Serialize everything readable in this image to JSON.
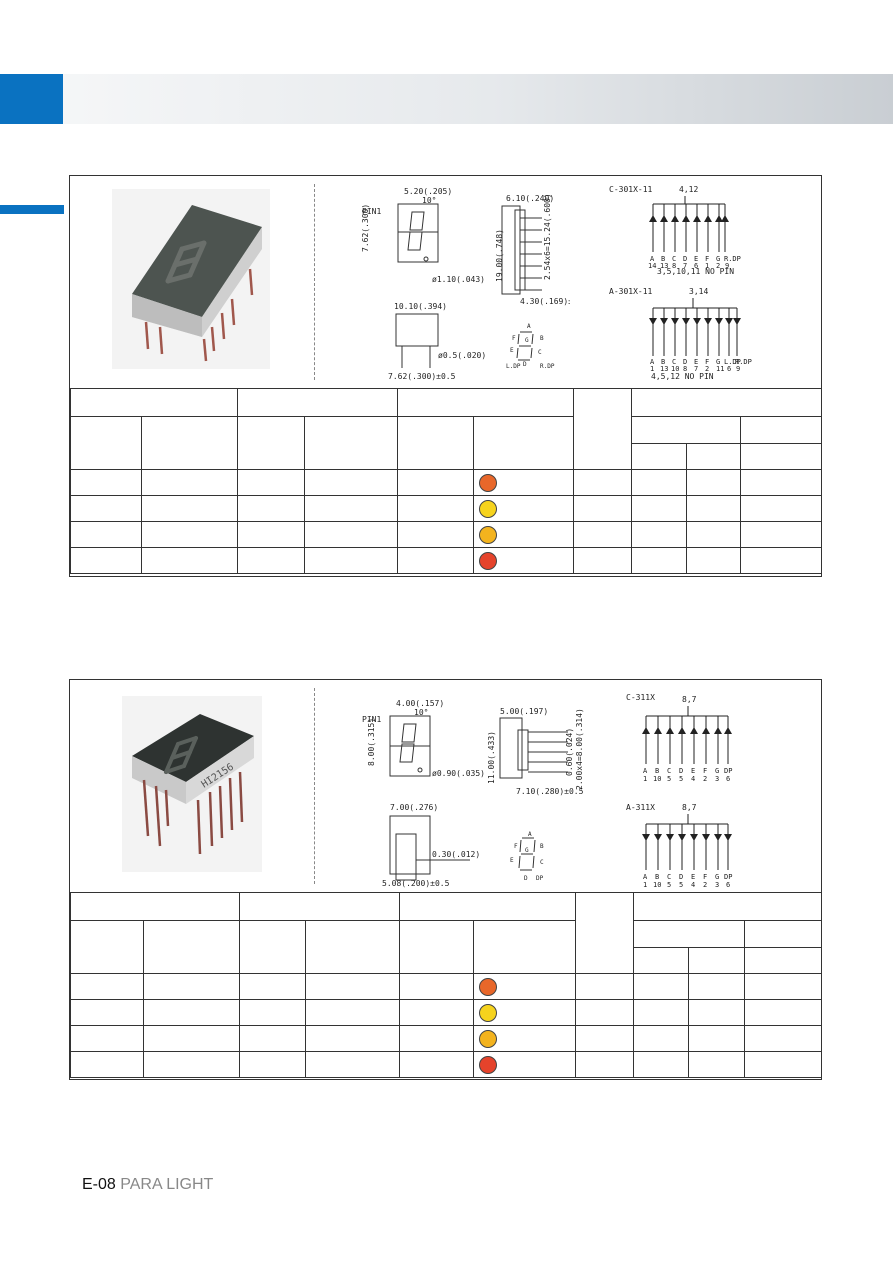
{
  "colors": {
    "accent_blue": "#0a72c1",
    "led_orange": "#e8672a",
    "led_yellow": "#f6d31d",
    "led_amber": "#f3b31e",
    "led_red": "#e5432b"
  },
  "footer": {
    "page_code": "E-08",
    "brand": "PARA LIGHT"
  },
  "block1": {
    "dims": {
      "top_width": "5.20(.205)",
      "angle": "10°",
      "pin1": "PIN1",
      "height": "7.62(.300)",
      "pin_dia": "ø1.10(.043)",
      "depth": "6.10(.240)",
      "total_height": "19.00(.748)",
      "pitch": "2.54x6=15.24(.600)",
      "pin_len": "4.30(.169)±0.5",
      "body_width": "10.10(.394)",
      "lead_dia": "ø0.5(.020)",
      "row_pitch": "7.62(.300)±0.5"
    },
    "segment_labels": [
      "A",
      "G",
      "F",
      "B",
      "E",
      "C",
      "D",
      "L.DP",
      "R.DP"
    ],
    "cc": {
      "title": "C-301X-11",
      "common": "4,12",
      "segs": [
        "A",
        "B",
        "C",
        "D",
        "E",
        "F",
        "G",
        "R.DP"
      ],
      "pins": [
        "14",
        "13",
        "8",
        "7",
        "6",
        "1",
        "2",
        "9"
      ],
      "note": "3,5,10,11 NO PIN"
    },
    "ca": {
      "title": "A-301X-11",
      "common": "3,14",
      "segs": [
        "A",
        "B",
        "C",
        "D",
        "E",
        "F",
        "G",
        "L.DP",
        "R.DP"
      ],
      "pins": [
        "1",
        "13",
        "10",
        "8",
        "7",
        "2",
        "11",
        "6",
        "9"
      ],
      "note": "4,5,12 NO PIN"
    },
    "led_colors": [
      "#e8672a",
      "#f6d31d",
      "#f3b31e",
      "#e5432b"
    ]
  },
  "block2": {
    "dims": {
      "top_width": "4.00(.157)",
      "angle": "10°",
      "pin1": "PIN1",
      "height": "8.00(.315)",
      "pin_dia": "ø0.90(.035)",
      "depth": "5.00(.197)",
      "total_height": "11.00(.433)",
      "pitch": "2.00x4=8.00(.314)",
      "pin_len": "7.10(.280)±0.5",
      "lead_size": "0.60(.024)",
      "body_width": "7.00(.276)",
      "lead_thk": "0.30(.012)",
      "row_pitch": "5.08(.200)±0.5"
    },
    "segment_labels": [
      "A",
      "G",
      "F",
      "B",
      "E",
      "C",
      "D",
      "DP"
    ],
    "cc": {
      "title": "C-311X",
      "common": "8,7",
      "segs": [
        "A",
        "B",
        "C",
        "D",
        "E",
        "F",
        "G",
        "DP"
      ],
      "pins": [
        "1",
        "10",
        "5",
        "5",
        "4",
        "2",
        "3",
        "6"
      ]
    },
    "ca": {
      "title": "A-311X",
      "common": "8,7",
      "segs": [
        "A",
        "B",
        "C",
        "D",
        "E",
        "F",
        "G",
        "DP"
      ],
      "pins": [
        "1",
        "10",
        "5",
        "5",
        "4",
        "2",
        "3",
        "6"
      ]
    },
    "led_colors": [
      "#e8672a",
      "#f6d31d",
      "#f3b31e",
      "#e5432b"
    ]
  }
}
